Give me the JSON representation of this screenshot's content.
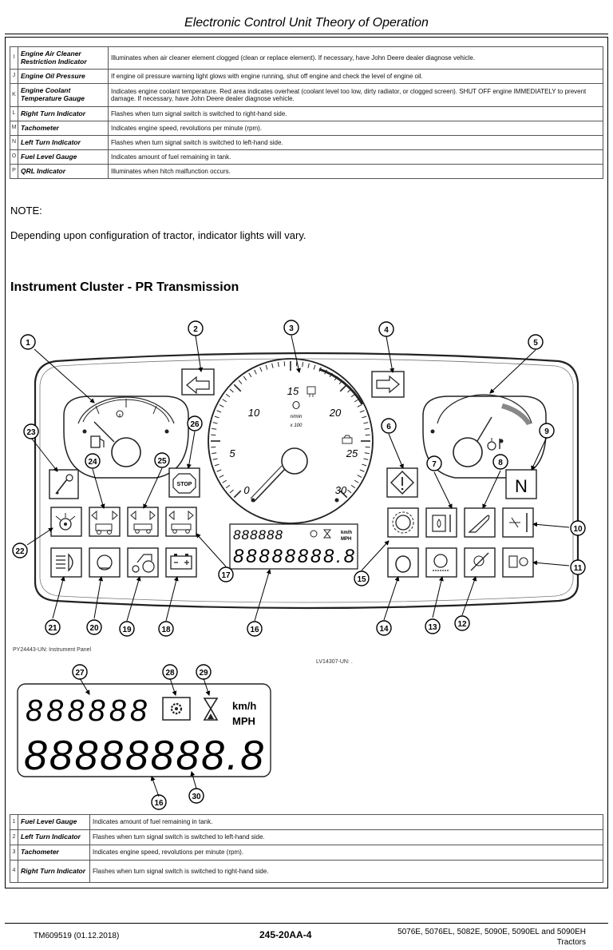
{
  "header": {
    "title": "Electronic Control Unit Theory of Operation"
  },
  "table_top": [
    {
      "key": "I",
      "term": "Engine Air Cleaner Restriction Indicator",
      "desc": "Illuminates when air cleaner element clogged (clean or replace element). If necessary, have John Deere dealer diagnose vehicle."
    },
    {
      "key": "J",
      "term": "Engine Oil Pressure",
      "desc": "If engine oil pressure warning light glows with engine running, shut off engine and check the level of engine oil."
    },
    {
      "key": "K",
      "term": "Engine Coolant Temperature Gauge",
      "desc": "Indicates engine coolant temperature. Red area indicates overheat (coolant level too low, dirty radiator, or clogged screen). SHUT OFF engine IMMEDIATELY to prevent damage. If necessary, have John Deere dealer diagnose vehicle."
    },
    {
      "key": "L",
      "term": "Right Turn Indicator",
      "desc": "Flashes when turn signal switch is switched to right-hand side."
    },
    {
      "key": "M",
      "term": "Tachometer",
      "desc": "Indicates engine speed, revolutions per minute (rpm)."
    },
    {
      "key": "N",
      "term": "Left Turn Indicator",
      "desc": "Flashes when turn signal switch is switched to left-hand side."
    },
    {
      "key": "O",
      "term": "Fuel Level Gauge",
      "desc": "Indicates amount of fuel remaining in tank."
    },
    {
      "key": "P",
      "term": "QRL Indicator",
      "desc": "Illuminates when hitch malfunction occurs."
    }
  ],
  "note": {
    "label": "NOTE:",
    "text": "Depending upon configuration of tractor, indicator lights will vary."
  },
  "section_title": "Instrument Cluster - PR Transmission",
  "tach": {
    "labels": [
      "0",
      "5",
      "10",
      "15",
      "20",
      "25",
      "30"
    ],
    "unit": "n/min",
    "multiplier": "x 100"
  },
  "lcd": {
    "row1": "888888",
    "row2": "88888888.8",
    "speed_unit_1": "km/h",
    "speed_unit_2": "MPH"
  },
  "figure_labels": {
    "panel": "PY24443-UN: Instrument Panel",
    "lcd": "LV14307-UN: ."
  },
  "callouts": [
    "1",
    "2",
    "3",
    "4",
    "5",
    "6",
    "7",
    "8",
    "9",
    "10",
    "11",
    "12",
    "13",
    "14",
    "15",
    "16",
    "17",
    "18",
    "19",
    "20",
    "21",
    "22",
    "23",
    "24",
    "25",
    "26",
    "27",
    "28",
    "29",
    "30"
  ],
  "indicators": {
    "stop": "STOP",
    "neutral": "N"
  },
  "table_bottom": [
    {
      "key": "1",
      "term": "Fuel Level Gauge",
      "desc": "Indicates amount of fuel remaining in tank."
    },
    {
      "key": "2",
      "term": "Left Turn Indicator",
      "desc": "Flashes when turn signal switch is switched to left-hand side."
    },
    {
      "key": "3",
      "term": "Tachometer",
      "desc": "Indicates engine speed, revolutions per minute (rpm)."
    },
    {
      "key": "4",
      "term": "Right Turn Indicator",
      "desc": "Flashes when turn signal switch is switched to right-hand side."
    }
  ],
  "footer": {
    "doc_id": "TM609519 (01.12.2018)",
    "page": "245-20AA-4",
    "models_line1": "5076E, 5076EL, 5082E, 5090E, 5090EL and 5090EH",
    "models_line2": "Tractors"
  }
}
